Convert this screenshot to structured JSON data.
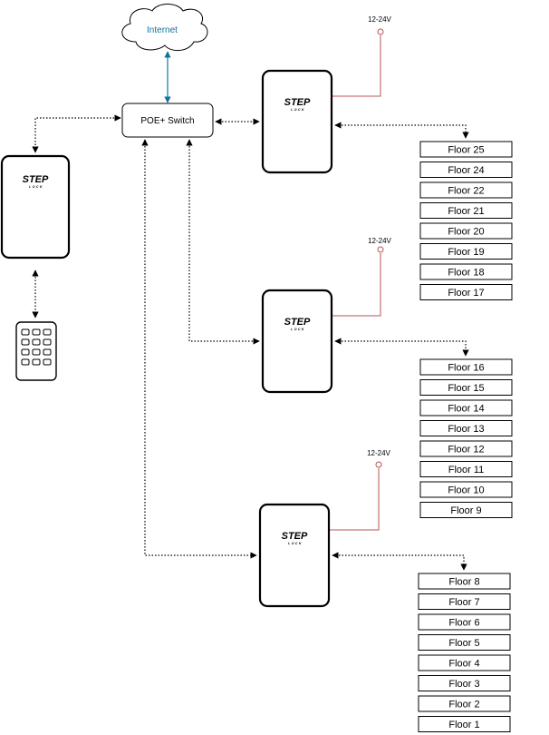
{
  "cloud": {
    "label": "Internet"
  },
  "switch": {
    "label": "POE+ Switch"
  },
  "controllers": [
    {
      "logo": "STEP",
      "sub": "LOCK",
      "voltage": "12-24V",
      "floors": [
        "Floor 25",
        "Floor 24",
        "Floor 22",
        "Floor 21",
        "Floor 20",
        "Floor 19",
        "Floor 18",
        "Floor 17"
      ]
    },
    {
      "logo": "STEP",
      "sub": "LOCK",
      "voltage": "12-24V",
      "floors": [
        "Floor 16",
        "Floor 15",
        "Floor 14",
        "Floor 13",
        "Floor 12",
        "Floor 11",
        "Floor 10",
        "Floor 9"
      ]
    },
    {
      "logo": "STEP",
      "sub": "LOCK",
      "voltage": "12-24V",
      "floors": [
        "Floor 8",
        "Floor 7",
        "Floor 6",
        "Floor 5",
        "Floor 4",
        "Floor 3",
        "Floor 2",
        "Floor 1"
      ]
    }
  ],
  "reader": {
    "logo": "STEP",
    "sub": "LOCK"
  },
  "keypad": {
    "icon": "keypad-icon"
  },
  "colors": {
    "internet_link": "#10739e",
    "power_wire": "#b85450",
    "outline": "#000000",
    "label_text": "#10739e"
  }
}
